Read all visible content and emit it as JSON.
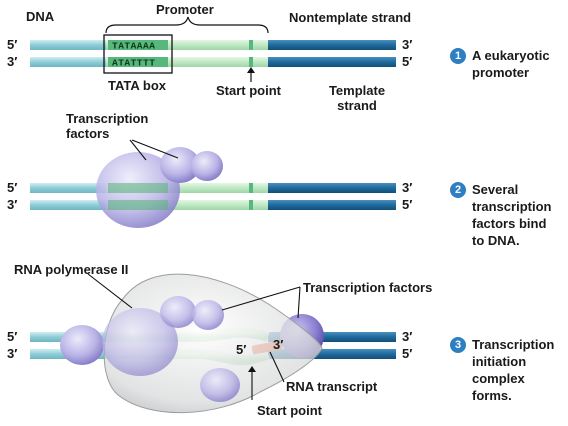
{
  "panel1": {
    "dna_label": "DNA",
    "promoter_label": "Promoter",
    "nontemplate_label": "Nontemplate strand",
    "template_label": "Template strand",
    "tata_top": "TATAAAA",
    "tata_bottom": "ATATTTT",
    "tata_box_label": "TATA box",
    "start_point_label": "Start point",
    "top_left_end": "5′",
    "top_right_end": "3′",
    "bottom_left_end": "3′",
    "bottom_right_end": "5′",
    "step_number": "1",
    "step_text": [
      "A eukaryotic",
      "promoter"
    ]
  },
  "panel2": {
    "transcription_factors_label": "Transcription factors",
    "top_left_end": "5′",
    "top_right_end": "3′",
    "bottom_left_end": "3′",
    "bottom_right_end": "5′",
    "step_number": "2",
    "step_text": [
      "Several",
      "transcription",
      "factors bind",
      "to DNA."
    ]
  },
  "panel3": {
    "rna_polymerase_label": "RNA polymerase II",
    "transcription_factors_label": "Transcription factors",
    "rna_transcript_label": "RNA transcript",
    "start_point_label": "Start point",
    "rna_5_end": "5′",
    "rna_3_end": "3′",
    "top_left_end": "5′",
    "top_right_end": "3′",
    "bottom_left_end": "3′",
    "bottom_right_end": "5′",
    "step_number": "3",
    "step_text": [
      "Transcription",
      "initiation",
      "complex",
      "forms."
    ]
  },
  "colors": {
    "dna_light": "#9fd3d9",
    "dna_dark": "#1f6a9c",
    "promoter_green": "#bfe7c4",
    "tata_green": "#58b77a",
    "protein_purple": "#b9b3e6",
    "polymerase_gray": "#d9dadb",
    "rna_orange": "#e2572b",
    "step_blue": "#2d7fc1"
  }
}
